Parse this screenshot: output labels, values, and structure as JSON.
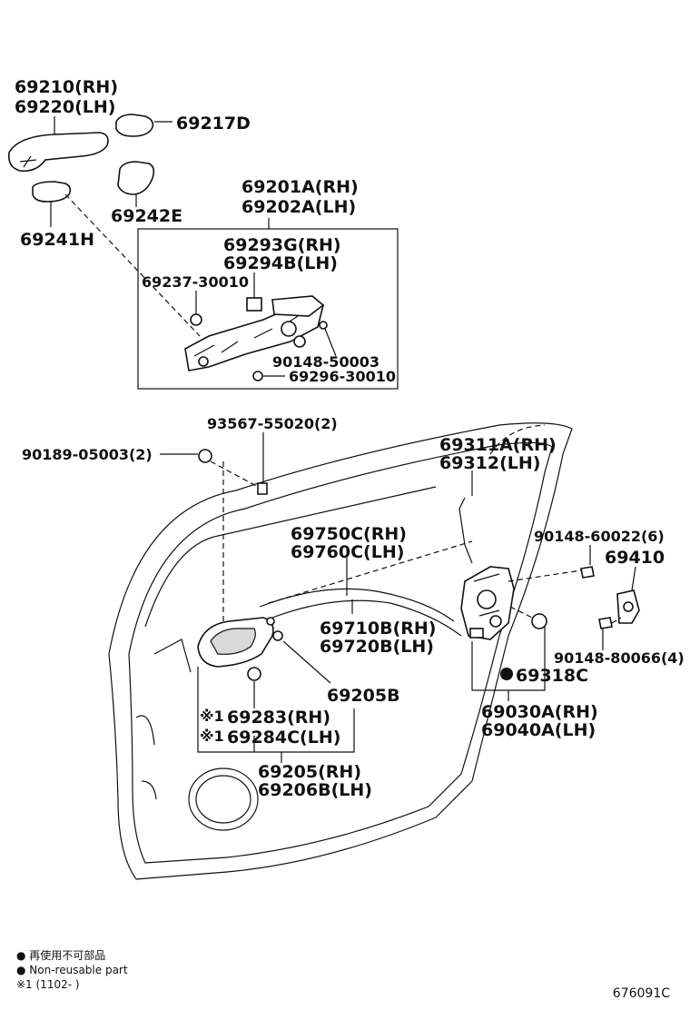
{
  "labels": {
    "p69210": "69210(RH)",
    "p69220": "69220(LH)",
    "p69217d": "69217D",
    "p69242e": "69242E",
    "p69241h": "69241H",
    "p69201a": "69201A(RH)",
    "p69202a": "69202A(LH)",
    "p69293g": "69293G(RH)",
    "p69294b": "69294B(LH)",
    "p69237": "69237-30010",
    "p90148_50003": "90148-50003",
    "p69296": "69296-30010",
    "p93567": "93567-55020(2)",
    "p90189": "90189-05003(2)",
    "p69311a": "69311A(RH)",
    "p69312": "69312(LH)",
    "p69750c": "69750C(RH)",
    "p69760c": "69760C(LH)",
    "p90148_60022": "90148-60022(6)",
    "p69410": "69410",
    "p69710b": "69710B(RH)",
    "p69720b": "69720B(LH)",
    "p90148_80066": "90148-80066(4)",
    "p69205b": "69205B",
    "p69318c": "69318C",
    "p69283": "69283(RH)",
    "p69284c": "69284C(LH)",
    "mark1": "※1",
    "mark2": "※1",
    "p69030a": "69030A(RH)",
    "p69040a": "69040A(LH)",
    "p69205": "69205(RH)",
    "p69206b": "69206B(LH)"
  },
  "legend": {
    "line1": "● 再使用不可部品",
    "line2": "● Non-reusable part",
    "line3": "※1 (1102-       )"
  },
  "diagram_code": "676091C"
}
